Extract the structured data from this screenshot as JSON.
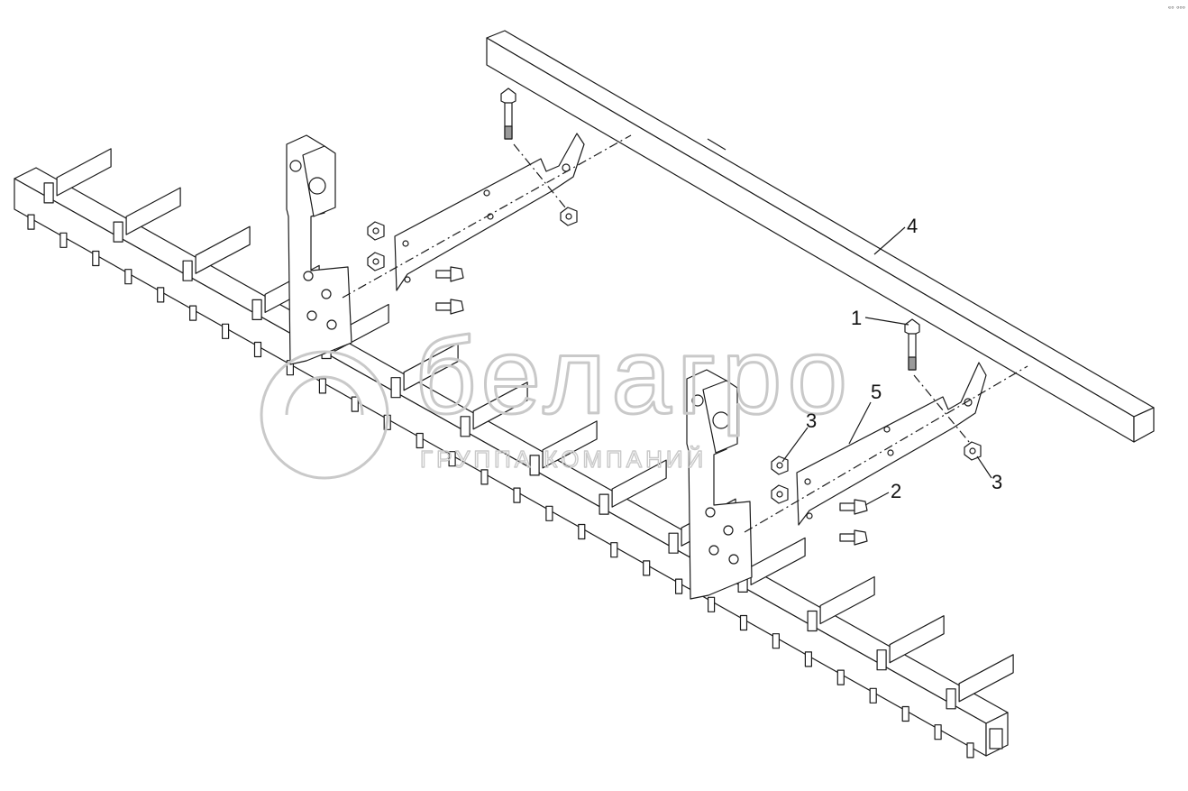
{
  "diagram": {
    "callouts": [
      {
        "id": "1",
        "label": "1"
      },
      {
        "id": "2",
        "label": "2"
      },
      {
        "id": "3a",
        "label": "3"
      },
      {
        "id": "3b",
        "label": "3"
      },
      {
        "id": "4",
        "label": "4"
      },
      {
        "id": "5",
        "label": "5"
      }
    ],
    "corner_mark": "ᵉᵒ ᵒᵒᵒ"
  },
  "watermark": {
    "brand": "белагро",
    "subtitle": "ГРУППА КОМПАНИЙ",
    "color": "#c9c9c9"
  },
  "colors": {
    "line": "#1a1a1a",
    "fill": "#ffffff",
    "shade": "#9a9a9a"
  }
}
